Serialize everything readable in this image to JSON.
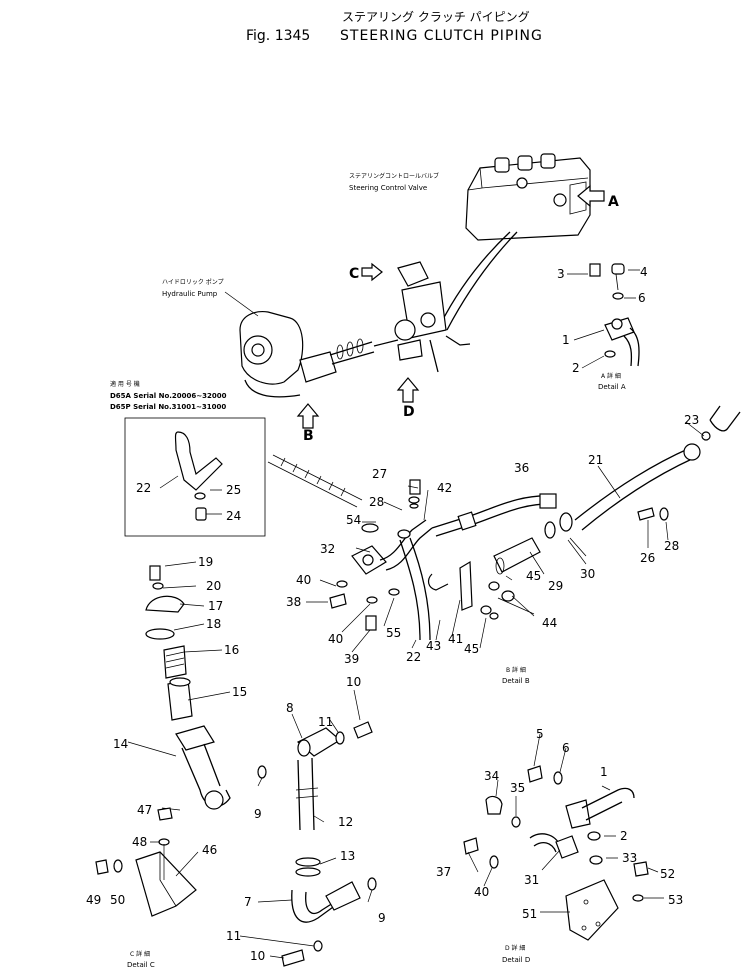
{
  "header": {
    "jp_title": "ステアリング クラッチ パイピング",
    "fig_label": "Fig. 1345",
    "title": "STEERING CLUTCH PIPING"
  },
  "components": {
    "valve_jp": "ステアリングコントロールバルブ",
    "valve_en": "Steering Control Valve",
    "pump_jp": "ハイドロリック ポンプ",
    "pump_en": "Hydraulic Pump"
  },
  "serial": {
    "jp": "適 用 号 機",
    "line1": "D65A  Serial  No.20006~32000",
    "line2": "D65P  Serial  No.31001~31000"
  },
  "views": {
    "A": "A",
    "B": "B",
    "C": "C",
    "D": "D"
  },
  "details": {
    "a_jp": "A 詳 細",
    "a_en": "Detail A",
    "b_jp": "B 詳 細",
    "b_en": "Detail B",
    "c_jp": "C 詳 細",
    "c_en": "Detail C",
    "d_jp": "D 詳 細",
    "d_en": "Detail D"
  },
  "callouts": {
    "n1": "1",
    "n2": "2",
    "n3": "3",
    "n4": "4",
    "n5": "5",
    "n6": "6",
    "n7": "7",
    "n8": "8",
    "n9": "9",
    "n10": "10",
    "n11": "11",
    "n12": "12",
    "n13": "13",
    "n14": "14",
    "n15": "15",
    "n16": "16",
    "n17": "17",
    "n18": "18",
    "n19": "19",
    "n20": "20",
    "n21": "21",
    "n22": "22",
    "n23": "23",
    "n24": "24",
    "n25": "25",
    "n26": "26",
    "n27": "27",
    "n28": "28",
    "n29": "29",
    "n30": "30",
    "n31": "31",
    "n32": "32",
    "n33": "33",
    "n34": "34",
    "n35": "35",
    "n36": "36",
    "n37": "37",
    "n38": "38",
    "n39": "39",
    "n40": "40",
    "n41": "41",
    "n42": "42",
    "n43": "43",
    "n44": "44",
    "n45": "45",
    "n46": "46",
    "n47": "47",
    "n48": "48",
    "n49": "49",
    "n50": "50",
    "n51": "51",
    "n52": "52",
    "n53": "53",
    "n54": "54",
    "n55": "55"
  }
}
